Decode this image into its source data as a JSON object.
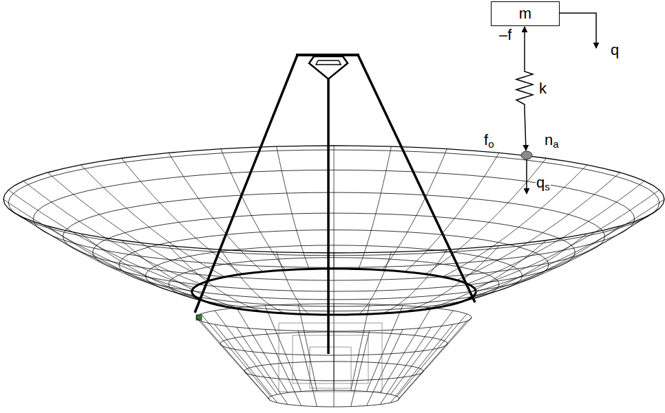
{
  "diagram": {
    "nodes": [
      {
        "text": [
          "m"
        ]
      }
    ],
    "labels": [
      "–f",
      "k",
      "fo",
      "na",
      "qs",
      "q"
    ]
  }
}
